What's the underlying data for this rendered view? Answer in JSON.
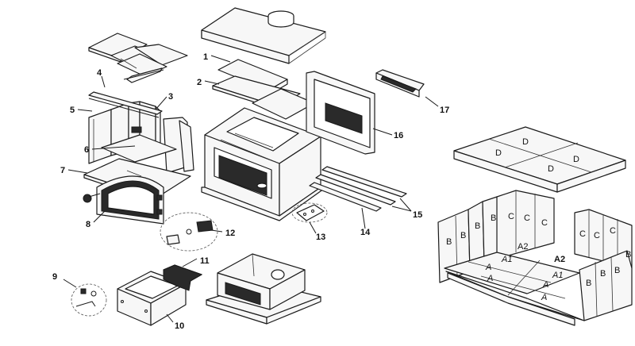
{
  "callouts": {
    "c1": "1",
    "c2": "2",
    "c3": "3",
    "c4": "4",
    "c5": "5",
    "c6": "6",
    "c7": "7",
    "c8": "8",
    "c9": "9",
    "c10": "10",
    "c11": "11",
    "c12": "12",
    "c13": "13",
    "c14": "14",
    "c15": "15",
    "c16": "16",
    "c17": "17"
  },
  "brick_labels": {
    "top_d1": "D",
    "top_d2": "D",
    "top_d3": "D",
    "top_d4": "D",
    "left_b1": "B",
    "left_b2": "B",
    "left_b3": "B",
    "left_b4": "B",
    "back_c1": "C",
    "back_c2": "C",
    "back_c3": "C",
    "right_c1": "C",
    "right_c2": "C",
    "right_c3": "C",
    "right_b1": "B",
    "right_b2": "B",
    "right_b3": "B",
    "right_b4": "B",
    "floor_a2_back": "A2",
    "floor_a1_mid": "A1",
    "floor_a2_right": "A2",
    "floor_a1_right": "A1",
    "floor_a_1": "A",
    "floor_a_2": "A",
    "floor_a_3": "A",
    "floor_a_4": "A"
  }
}
